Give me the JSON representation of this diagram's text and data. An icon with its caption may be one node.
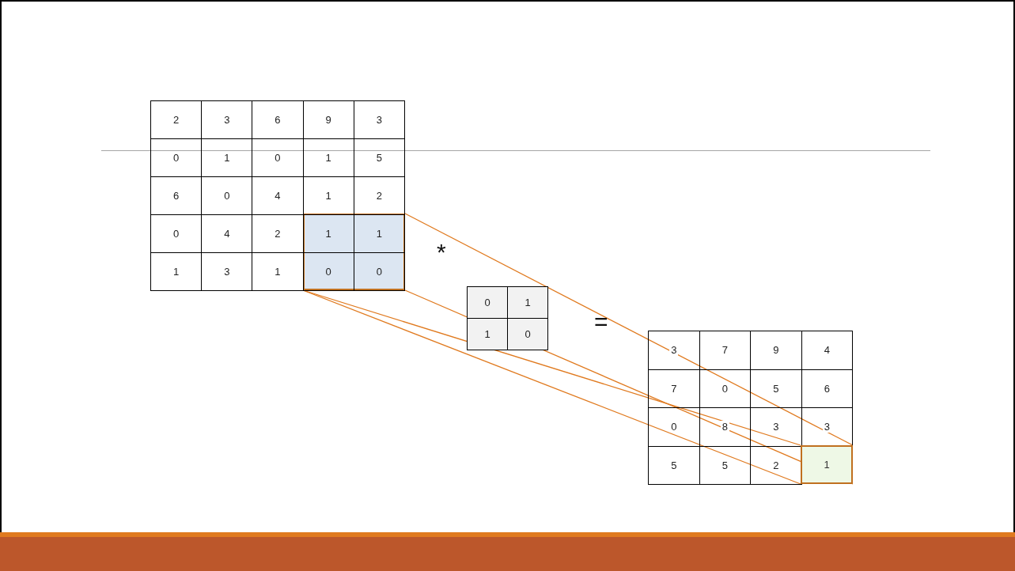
{
  "diagram": {
    "nodes": [
      {
        "text": [],
        "shape": "box"
      },
      {
        "text": [
          "1"
        ]
      }
    ],
    "edges": [
      {
        "from": 0,
        "to": 1,
        "arrow": "none"
      },
      {
        "from": 0,
        "to": 1,
        "arrow": "none"
      },
      {
        "from": 0,
        "to": 1,
        "arrow": "none"
      },
      {
        "from": 0,
        "to": 1,
        "arrow": "none"
      }
    ],
    "labels": [
      "2",
      "3",
      "6",
      "9",
      "3",
      "0",
      "1",
      "0",
      "1",
      "5",
      "6",
      "0",
      "4",
      "1",
      "2",
      "0",
      "4",
      "2",
      "1",
      "1",
      "1",
      "3",
      "1",
      "0",
      "0",
      "*",
      "0",
      "1",
      "1",
      "0",
      "=",
      "3",
      "7",
      "9",
      "4",
      "7",
      "0",
      "5",
      "6",
      "0",
      "8",
      "3",
      "3",
      "5",
      "5",
      "2"
    ]
  }
}
